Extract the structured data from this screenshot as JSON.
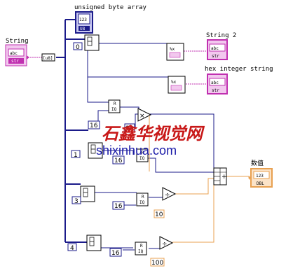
{
  "labels": {
    "string_control": "String",
    "byte_array": "unsigned byte array",
    "string2": "String 2",
    "hex_string": "hex integer string",
    "numeric": "数值"
  },
  "terminals": {
    "string_in": "abc",
    "string_in_type": "str",
    "byte_array_icon": "123",
    "byte_array_type": "U8",
    "string2": "abc",
    "string2_type": "str",
    "hex_string": "abc",
    "hex_string_type": "str",
    "numeric": "123",
    "numeric_type": "DBL"
  },
  "constants": {
    "index0": "0",
    "index1": "1",
    "index2": "3",
    "index3": "4",
    "shift1": "16",
    "shift2": "16",
    "shift3": "16",
    "shift4": "16",
    "mult1": "10",
    "div1": "10",
    "div2": "100"
  },
  "node_glyphs": {
    "string_to_bytes": "[u8]",
    "format": "%x",
    "quotient": "R",
    "quotient_sub": "IQ",
    "multiply": "×",
    "divide": "÷",
    "add": "+"
  },
  "watermark": {
    "chinese": "石鑫华视觉网",
    "url": "shixinhua.com"
  },
  "colors": {
    "wire_numeric": "#1b1b8a",
    "wire_double": "#e8a050",
    "wire_string": "#c030b0",
    "string_terminal": "#c030b0",
    "numeric_terminal": "#e8a050",
    "watermark_red": "#c81818",
    "watermark_blue": "#1a1aa8"
  }
}
